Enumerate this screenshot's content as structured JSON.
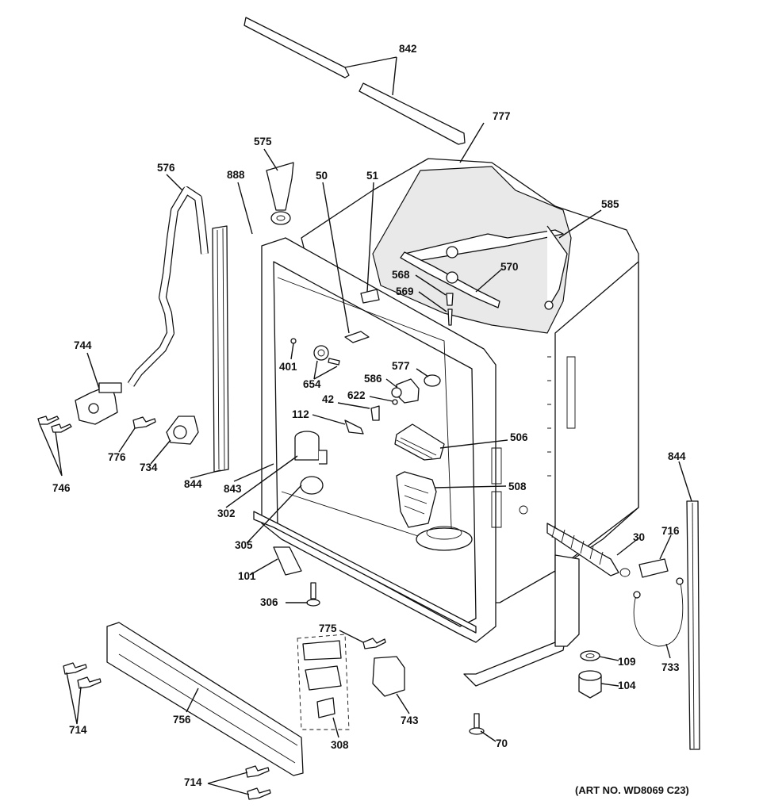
{
  "diagram": {
    "art_number": "(ART NO. WD8069 C23)",
    "callouts": {
      "c842": "842",
      "c777": "777",
      "c575": "575",
      "c576": "576",
      "c888": "888",
      "c50": "50",
      "c51": "51",
      "c585": "585",
      "c570": "570",
      "c568": "568",
      "c569": "569",
      "c401": "401",
      "c654": "654",
      "c586": "586",
      "c577": "577",
      "c42": "42",
      "c622": "622",
      "c112": "112",
      "c744": "744",
      "c746": "746",
      "c776": "776",
      "c734": "734",
      "c844a": "844",
      "c843": "843",
      "c302": "302",
      "c506": "506",
      "c508": "508",
      "c844b": "844",
      "c716": "716",
      "c30": "30",
      "c305": "305",
      "c101": "101",
      "c306": "306",
      "c775": "775",
      "c109": "109",
      "c104": "104",
      "c733": "733",
      "c714a": "714",
      "c756": "756",
      "c743": "743",
      "c308": "308",
      "c70": "70",
      "c714b": "714"
    }
  }
}
